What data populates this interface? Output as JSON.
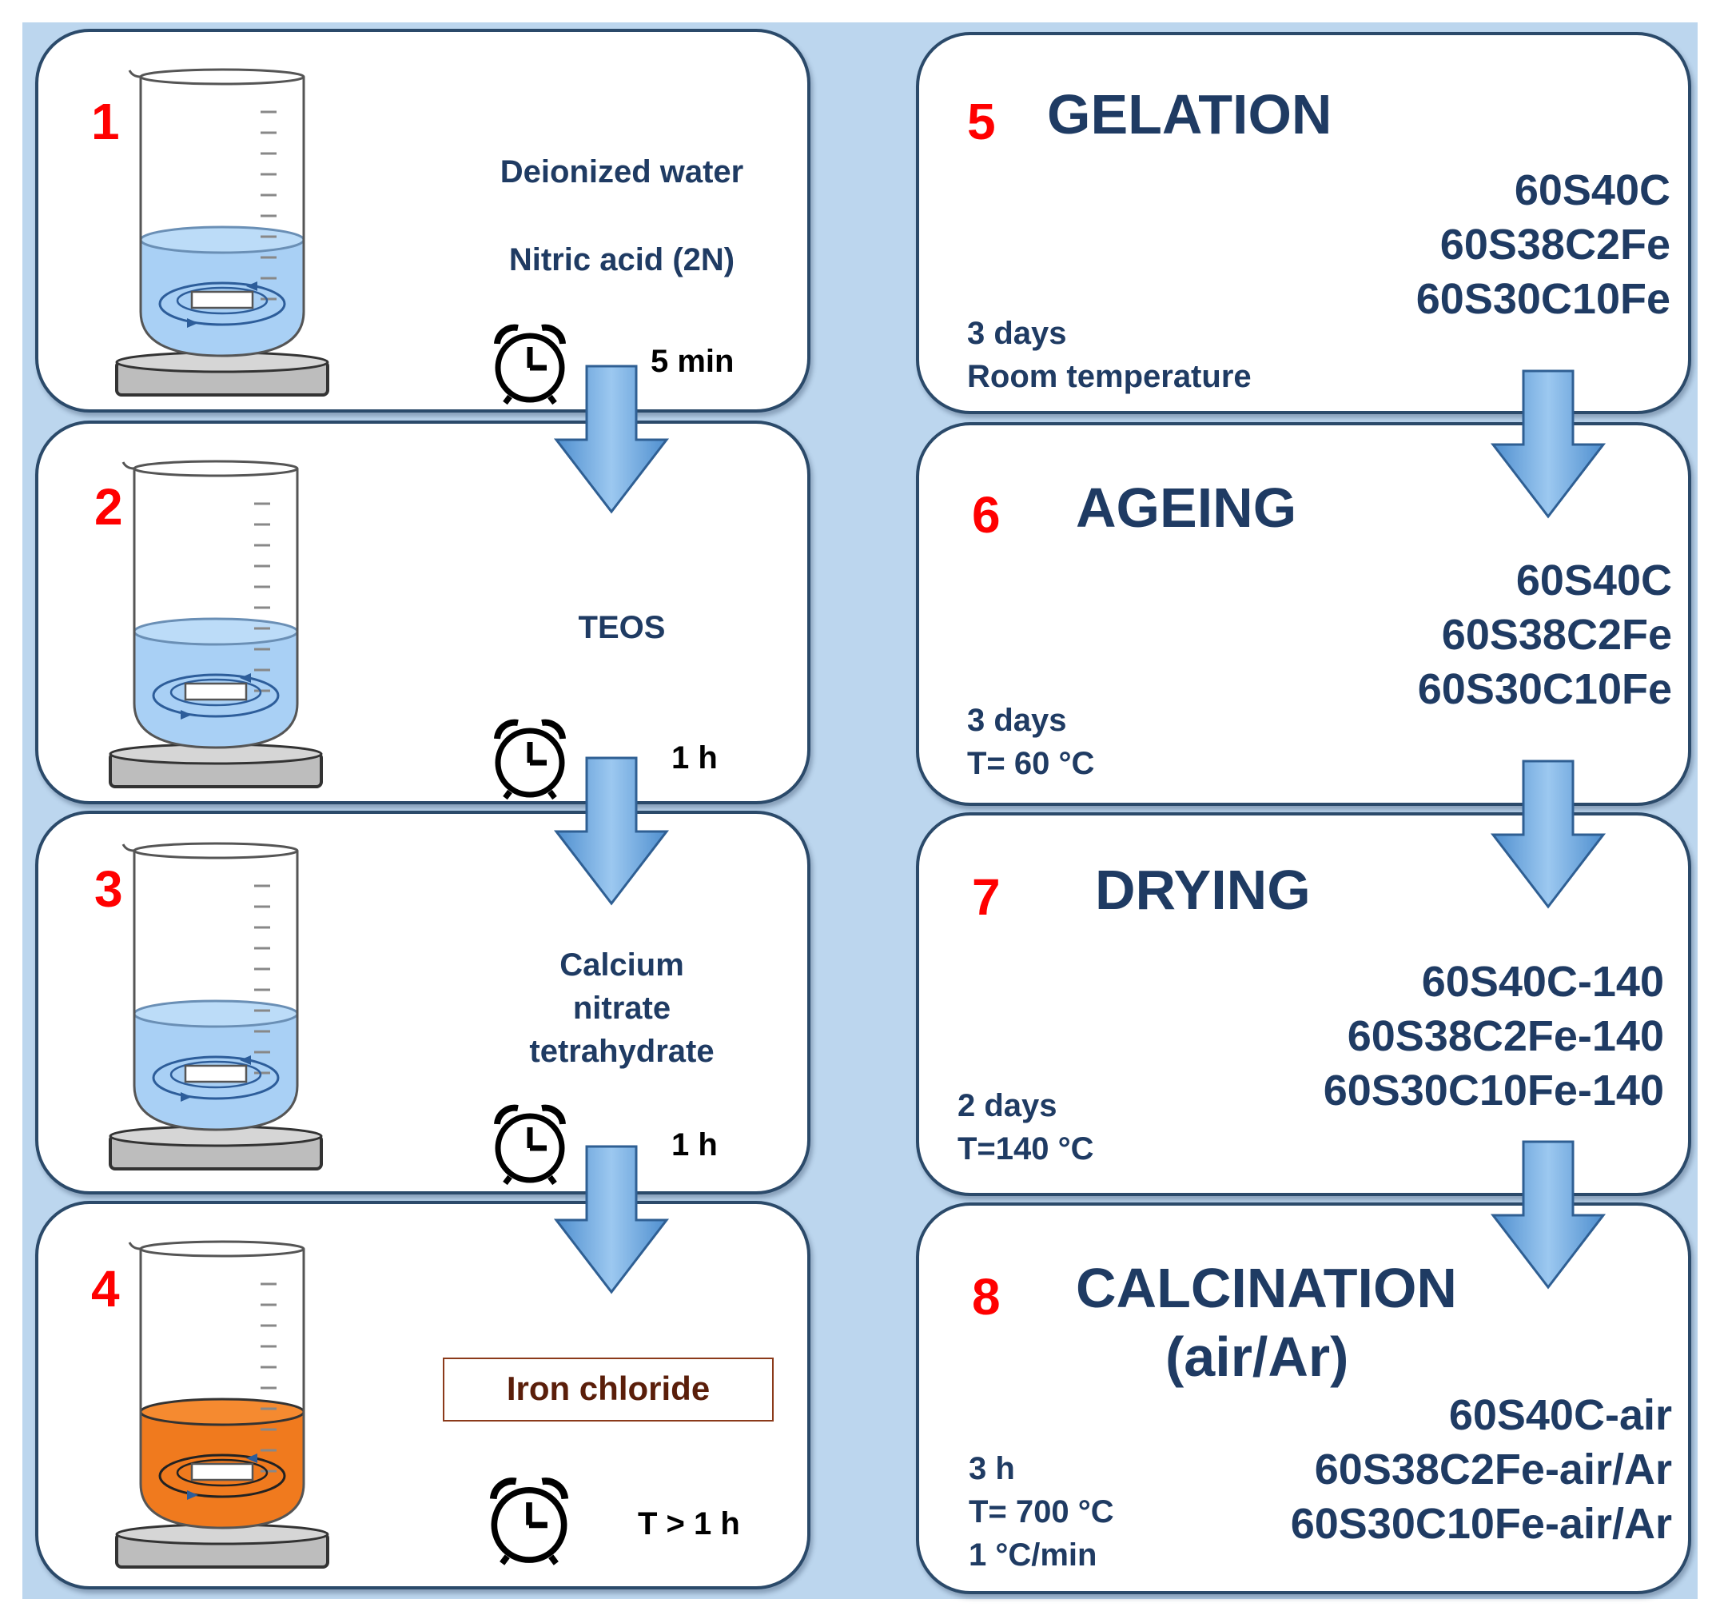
{
  "steps_left": [
    {
      "number": "1",
      "reagents": [
        "Deionized water",
        "Nitric  acid (2N)"
      ],
      "time": "5 min",
      "liquid_color": "#a9d0f5"
    },
    {
      "number": "2",
      "reagents": [
        "TEOS"
      ],
      "time": "1 h",
      "liquid_color": "#a9d0f5"
    },
    {
      "number": "3",
      "reagents": [
        "Calcium",
        "nitrate",
        "tetrahydrate"
      ],
      "time": "1 h",
      "liquid_color": "#a9d0f5"
    },
    {
      "number": "4",
      "reagents": [
        "Iron chloride"
      ],
      "time": "T >  1 h",
      "liquid_color": "#f07a1e"
    }
  ],
  "steps_right": [
    {
      "number": "5",
      "title": "GELATION",
      "samples": [
        "60S40C",
        "60S38C2Fe",
        "60S30C10Fe"
      ],
      "conditions": [
        "3 days",
        "Room temperature"
      ]
    },
    {
      "number": "6",
      "title": "AGEING",
      "samples": [
        "60S40C",
        "60S38C2Fe",
        "60S30C10Fe"
      ],
      "conditions": [
        "3 days",
        "T= 60 °C"
      ]
    },
    {
      "number": "7",
      "title": "DRYING",
      "samples": [
        "60S40C-140",
        "60S38C2Fe-140",
        "60S30C10Fe-140"
      ],
      "conditions": [
        "2 days",
        "T=140 °C"
      ]
    },
    {
      "number": "8",
      "title": "CALCINATION",
      "subtitle": "(air/Ar)",
      "samples": [
        "60S40C-air",
        "60S38C2Fe-air/Ar",
        "60S30C10Fe-air/Ar"
      ],
      "conditions": [
        "3 h",
        "T= 700 °C",
        "1 °C/min"
      ]
    }
  ],
  "colors": {
    "background": "#bcd6ee",
    "panel_border": "#2b4a6a",
    "step_number": "#ff0000",
    "text": "#1f3b63",
    "arrow": "#7bb4e6"
  },
  "icons": [
    "beaker-icon",
    "stir-bar-icon",
    "hot-plate-icon",
    "alarm-clock-icon",
    "down-arrow-icon"
  ]
}
